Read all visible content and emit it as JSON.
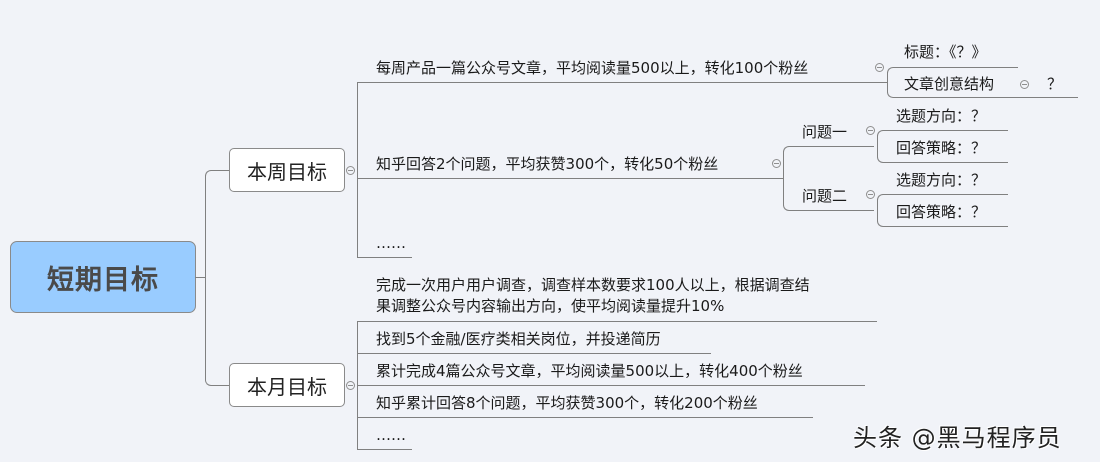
{
  "root": {
    "label": "短期目标",
    "color": "#99ccff"
  },
  "branches": {
    "weekly": {
      "label": "本周目标",
      "items": [
        {
          "label": "每周产品一篇公众号文章，平均阅读量500以上，转化100个粉丝",
          "children": [
            {
              "label": "标题：《？》"
            },
            {
              "label": "文章创意结构",
              "children": [
                {
                  "label": "？"
                }
              ]
            }
          ]
        },
        {
          "label": "知乎回答2个问题，平均获赞300个，转化50个粉丝",
          "children": [
            {
              "label": "问题一",
              "children": [
                {
                  "label": "选题方向：？"
                },
                {
                  "label": "回答策略：？"
                }
              ]
            },
            {
              "label": "问题二",
              "children": [
                {
                  "label": "选题方向：？"
                },
                {
                  "label": "回答策略：？"
                }
              ]
            }
          ]
        },
        {
          "label": "……"
        }
      ]
    },
    "monthly": {
      "label": "本月目标",
      "items": [
        {
          "label_line1": "完成一次用户用户调查，调查样本数要求100人以上，根据调查结",
          "label_line2": "果调整公众号内容输出方向，使平均阅读量提升10%"
        },
        {
          "label": "找到5个金融/医疗类相关岗位，并投递简历"
        },
        {
          "label": "累计完成4篇公众号文章，平均阅读量500以上，转化400个粉丝"
        },
        {
          "label": "知乎累计回答8个问题，平均获赞300个，转化200个粉丝"
        },
        {
          "label": "……"
        }
      ]
    }
  },
  "watermark": "头条 @黑马程序员"
}
